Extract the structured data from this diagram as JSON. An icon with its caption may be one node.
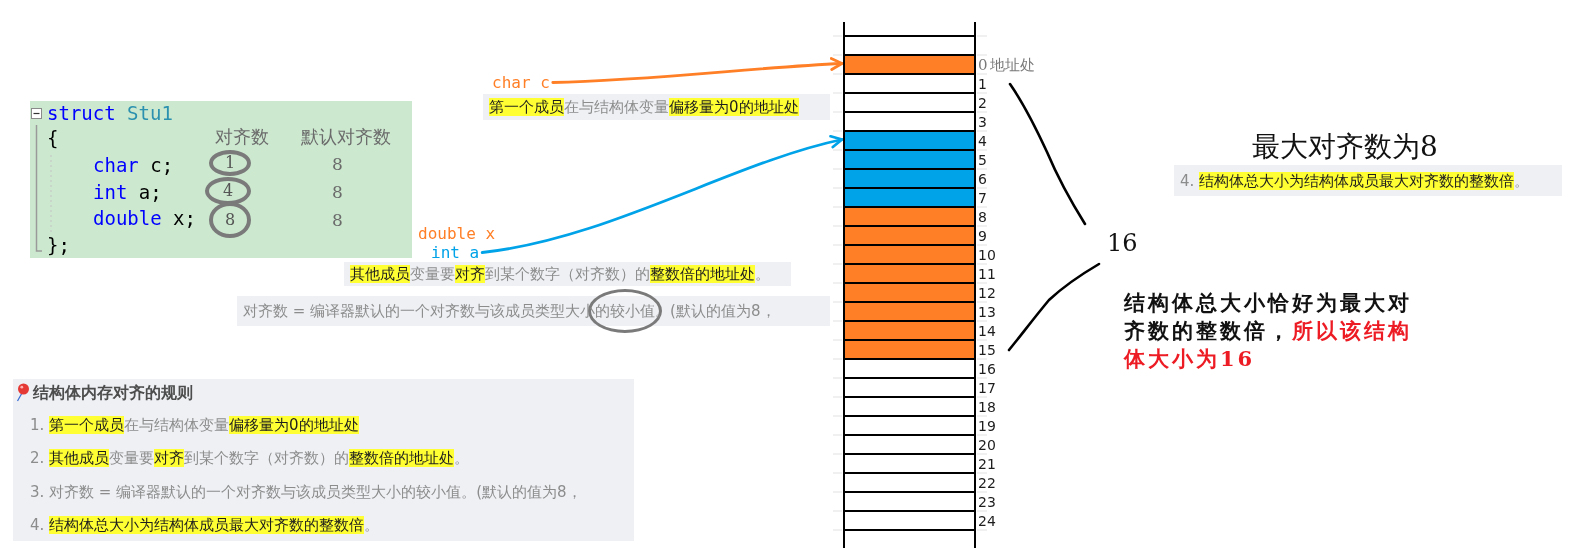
{
  "diagram": {
    "nodes": [
      {
        "text": [
          "**struct** *Stu1*",
          "{",
          "**char** c;",
          "**int** a;",
          "**double** x;",
          "};",
          "对齐数",
          "默认对齐数",
          "8",
          "8",
          "8"
        ]
      },
      {
        "text": [
          "1"
        ],
        "in": 0
      },
      {
        "text": [
          "4"
        ],
        "in": 0
      },
      {
        "text": [
          "8"
        ],
        "in": 0
      },
      {
        "text": [
          "char c"
        ]
      },
      {
        "text": [
          "**第一个成员**在与结构体变量**偏移量为0的地址处**"
        ]
      },
      {
        "text": [
          "int a"
        ]
      },
      {
        "text": [
          "**其他成员**变量要**对齐**到某个数字（对齐数）的**整数倍的地址处**。"
        ]
      },
      {
        "text": [
          "对齐数 = 编译器默认的一个对齐数与该成员类型大小的较小值。(默认的值为8，"
        ]
      },
      {
        "text": [],
        "shape": "circle"
      },
      {
        "text": [
          "结构体内存对齐的规则",
          "1. **第一个成员**在与结构体变量**偏移量为0的地址处**",
          "2. **其他成员**变量要**对齐**到某个数字（对齐数）的**整数倍的地址处**。",
          "3. 对齐数 = 编译器默认的一个对齐数与该成员类型大小的较小值。(默认的值为8，",
          "4. **结构体总大小为结构体成员最大对齐数的整数倍**。"
        ]
      },
      {
        "text": [],
        "shape": "box"
      },
      {
        "text": [],
        "shape": "box",
        "beside": [
          "0",
          "地址处"
        ]
      },
      {
        "text": [],
        "shape": "box",
        "beside": [
          "1"
        ]
      },
      {
        "text": [],
        "shape": "box",
        "beside": [
          "2"
        ]
      },
      {
        "text": [],
        "shape": "box",
        "beside": [
          "3"
        ]
      },
      {
        "text": [],
        "shape": "box",
        "beside": [
          "4"
        ]
      },
      {
        "text": [],
        "shape": "box",
        "beside": [
          "5"
        ]
      },
      {
        "text": [],
        "shape": "box",
        "beside": [
          "6"
        ]
      },
      {
        "text": [],
        "shape": "box",
        "beside": [
          "7"
        ]
      },
      {
        "text": [],
        "shape": "box",
        "beside": [
          "8"
        ]
      },
      {
        "text": [],
        "shape": "box",
        "beside": [
          "9"
        ]
      },
      {
        "text": [],
        "shape": "box",
        "beside": [
          "10"
        ]
      },
      {
        "text": [],
        "shape": "box",
        "beside": [
          "11"
        ]
      },
      {
        "text": [],
        "shape": "box",
        "beside": [
          "12"
        ]
      },
      {
        "text": [],
        "shape": "box",
        "beside": [
          "13"
        ]
      },
      {
        "text": [],
        "shape": "box",
        "beside": [
          "14"
        ]
      },
      {
        "text": [],
        "shape": "box",
        "beside": [
          "15"
        ]
      },
      {
        "text": [],
        "shape": "box",
        "beside": [
          "16"
        ]
      },
      {
        "text": [],
        "shape": "box",
        "beside": [
          "17"
        ]
      },
      {
        "text": [],
        "shape": "box",
        "beside": [
          "18"
        ]
      },
      {
        "text": [],
        "shape": "box",
        "beside": [
          "19"
        ]
      },
      {
        "text": [],
        "shape": "box",
        "beside": [
          "20"
        ]
      },
      {
        "text": [],
        "shape": "box",
        "beside": [
          "21"
        ]
      },
      {
        "text": [],
        "shape": "box",
        "beside": [
          "22"
        ]
      },
      {
        "text": [],
        "shape": "box",
        "beside": [
          "23"
        ]
      },
      {
        "text": [],
        "shape": "box",
        "beside": [
          "24"
        ]
      },
      {
        "text": [
          "4. **结构体总大小为结构体成员最大对齐数的整数倍**。"
        ],
        "beside": [
          "最大对齐数为8"
        ]
      }
    ],
    "edges": [
      {
        "from": 4,
        "to": 12,
        "arrow": "to",
        "color": "#ff7f27"
      },
      {
        "from": 6,
        "to": 16,
        "arrow": "to",
        "color": "#00a2e8"
      }
    ],
    "labels": [
      "double x",
      "16",
      "结构体总大小恰好为最大对齐数的整数倍，**所以该结构体大小为16**"
    ]
  }
}
